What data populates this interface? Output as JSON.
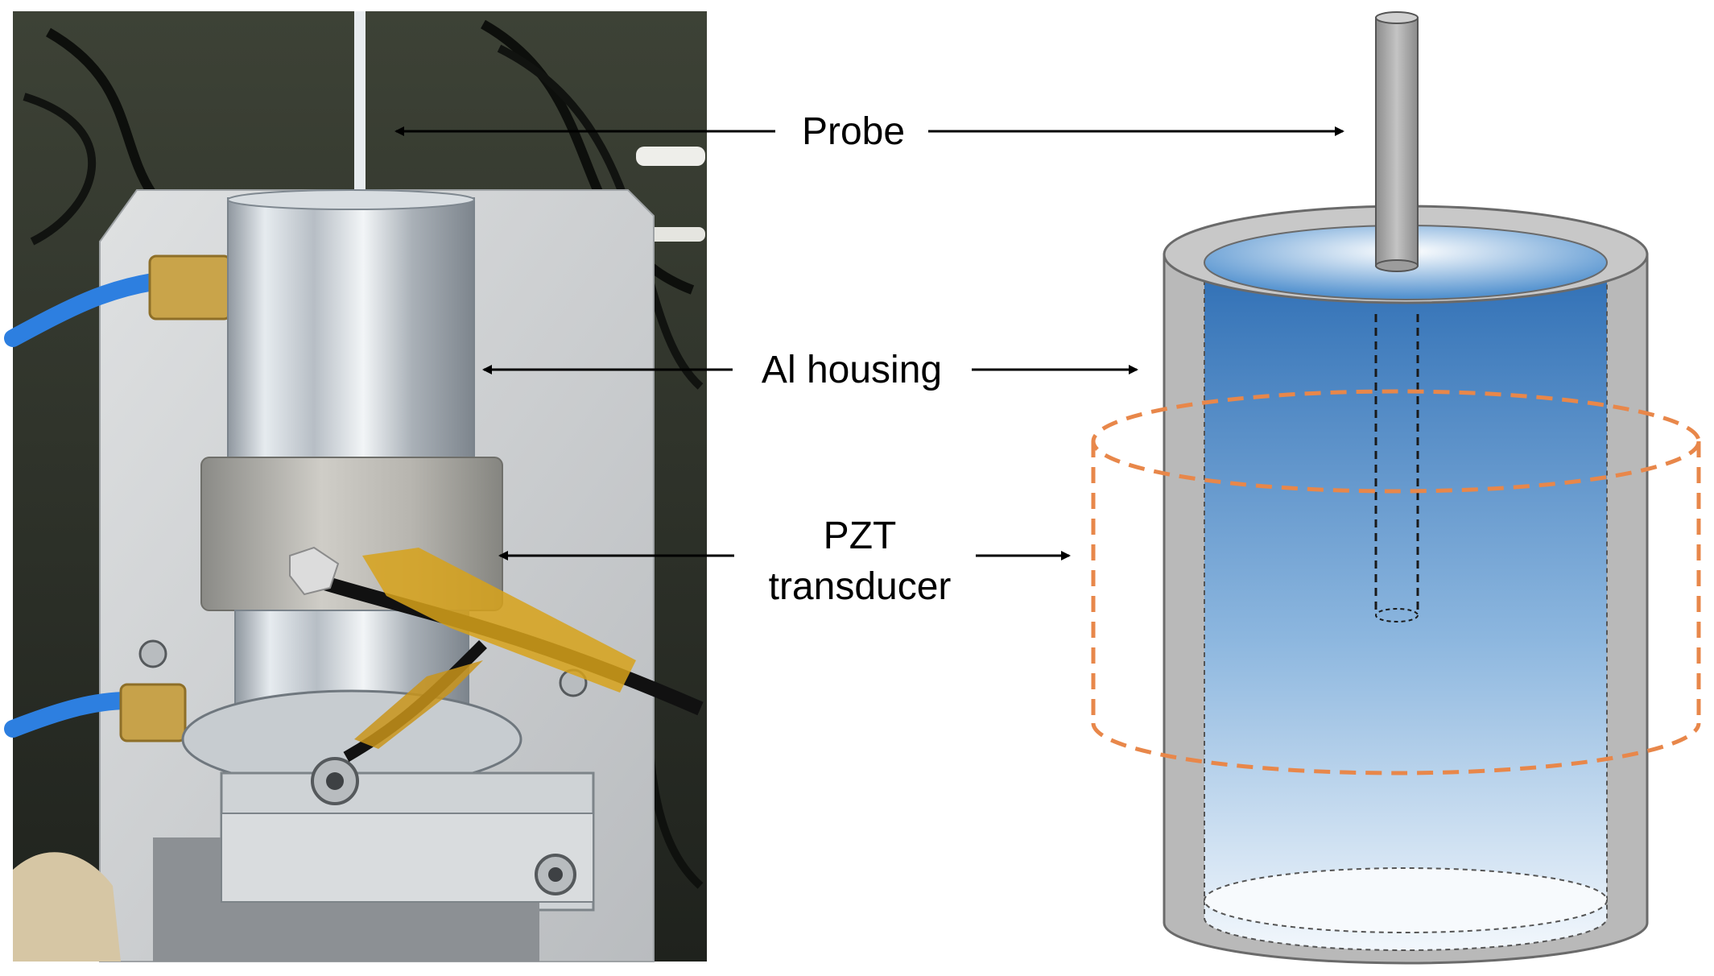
{
  "labels": {
    "probe": "Probe",
    "housing": "Al housing",
    "pzt_line1": "PZT",
    "pzt_line2": "transducer"
  },
  "colors": {
    "label_text": "#000000",
    "arrow": "#000000",
    "housing_wall": "#b9b9b9",
    "liquid_top": "#2f6fb5",
    "liquid_bottom": "#f2f7fc",
    "pzt_dash": "#e8874a",
    "probe": "#a7a7a7"
  },
  "icons": {
    "photo": "ultrasonic-cell-photo",
    "schematic": "housing-cylinder-schematic"
  }
}
